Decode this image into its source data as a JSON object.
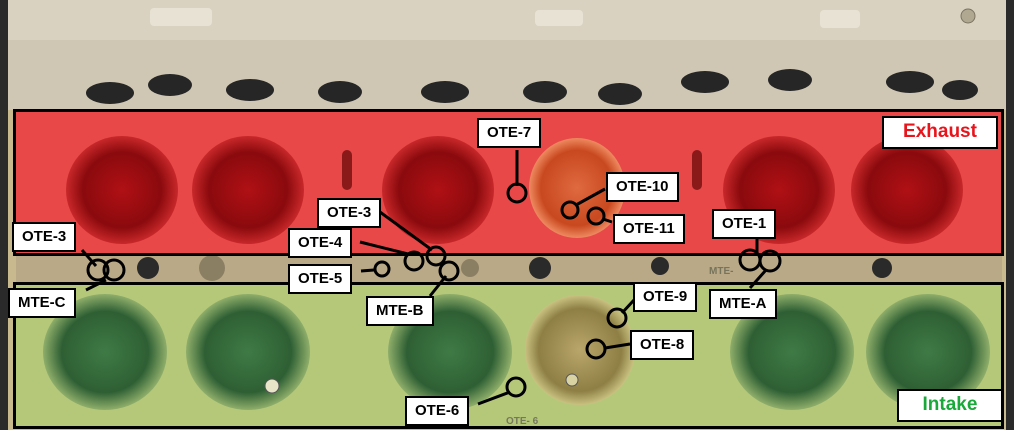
{
  "zones": {
    "exhaust": {
      "label": "Exhaust",
      "color": "#e8141c"
    },
    "intake": {
      "label": "Intake",
      "color": "#1aa83a"
    }
  },
  "labels": {
    "ote1": "OTE-1",
    "ote3_left": "OTE-3",
    "ote3_mid": "OTE-3",
    "ote4": "OTE-4",
    "ote5": "OTE-5",
    "ote6": "OTE-6",
    "ote7": "OTE-7",
    "ote8": "OTE-8",
    "ote9": "OTE-9",
    "ote10": "OTE-10",
    "ote11": "OTE-11",
    "mtea": "MTE-A",
    "mteb": "MTE-B",
    "mtec": "MTE-C"
  },
  "stamps": {
    "mte_a_stamp": "MTE-",
    "ote6_stamp": "OTE- 6"
  }
}
